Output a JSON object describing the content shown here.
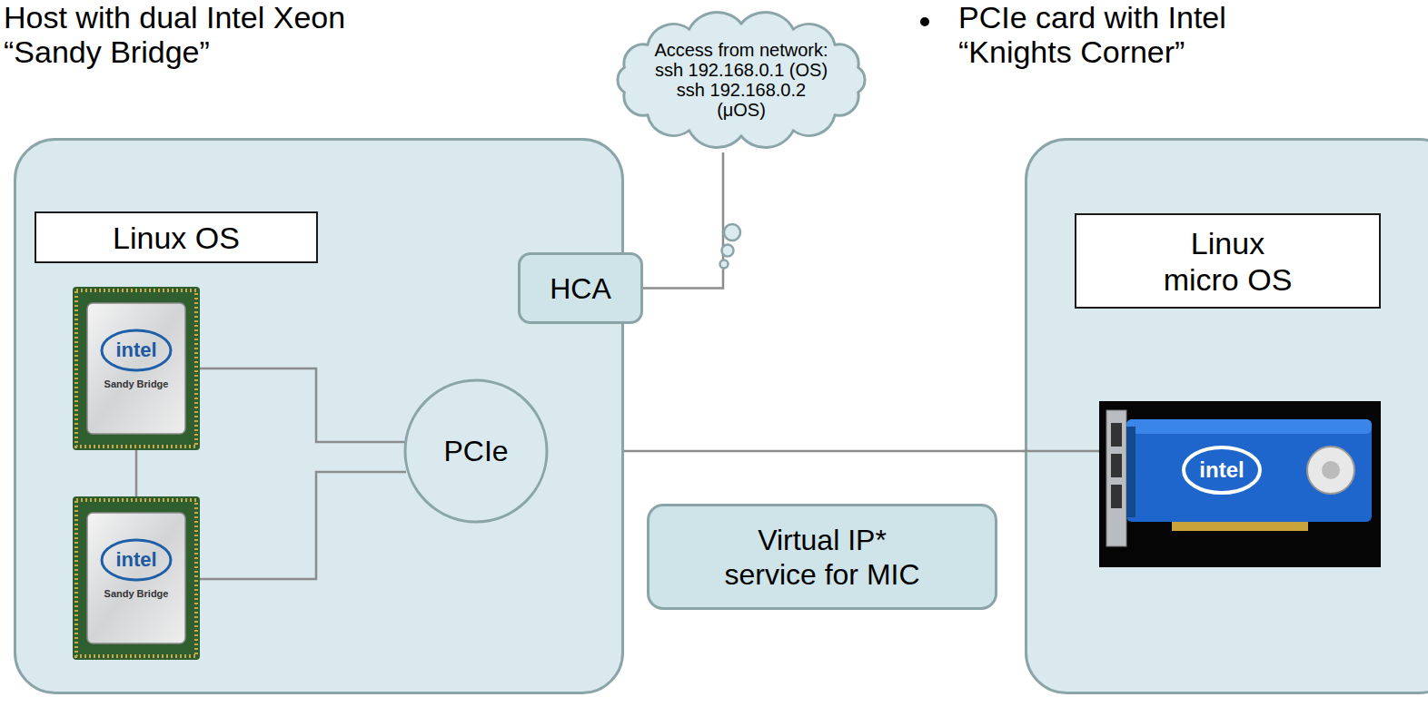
{
  "diagram": {
    "nodes": [
      {
        "text": [
          "Host with dual Intel Xeon “Sandy Bridge”"
        ]
      },
      {
        "text": [
          "Linux OS"
        ],
        "in": 0
      },
      {
        "text": [
          "PCIe"
        ],
        "in": 0
      },
      {
        "text": [
          "HCA"
        ],
        "in": 0
      },
      {
        "text": [
          "Virtual IP* service for MIC"
        ]
      },
      {
        "text": [
          "Access from network: ssh 192.168.0.1 (OS) ssh 192.168.0.2 (μOS)"
        ]
      },
      {
        "text": [
          "PCIe card with Intel “Knights Corner”"
        ]
      },
      {
        "text": [
          "Linux micro OS"
        ],
        "in": 6
      }
    ],
    "edges": [
      {
        "from": 2,
        "to": 3,
        "arrow": "none"
      },
      {
        "from": 3,
        "to": 5,
        "arrow": "none"
      },
      {
        "from": 2,
        "to": 6,
        "arrow": "none"
      }
    ],
    "labels": [
      "intel",
      "Sandy Bridge",
      "intel",
      "Sandy Bridge",
      "intel"
    ]
  }
}
